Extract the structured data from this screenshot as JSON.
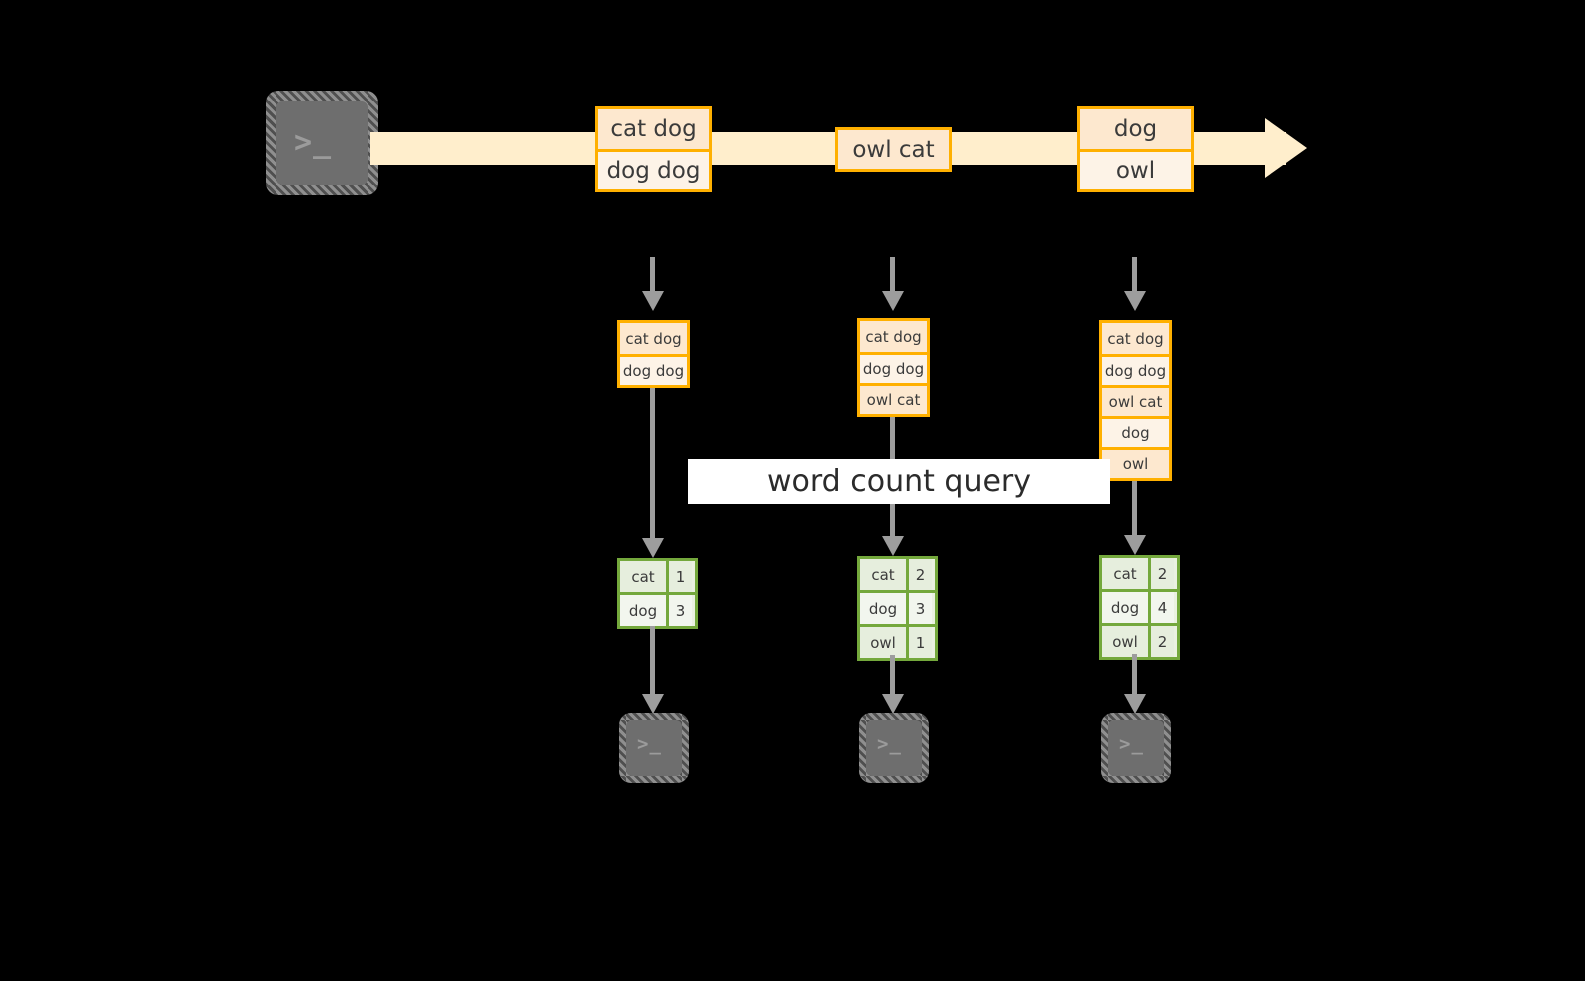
{
  "diagram": {
    "title_label": "word count query",
    "colors": {
      "stream_band": "#ffeecc",
      "record_border": "#ffb000",
      "record_fill_a": "#fde8cf",
      "record_fill_b": "#fdf3e7",
      "table_border": "#74a83c",
      "table_fill_a": "#e6eedd",
      "table_fill_b": "#f2f6ee",
      "arrow_gray": "#9d9d9d",
      "terminal_gray": "#6e6e6e",
      "background": "#000000",
      "label_background": "#ffffff"
    },
    "source": {
      "icon": "terminal-icon",
      "glyph": ">_"
    },
    "stream": {
      "records": [
        {
          "lines": [
            "cat dog",
            "dog dog"
          ]
        },
        {
          "lines": [
            "owl cat"
          ]
        },
        {
          "lines": [
            "dog",
            "owl"
          ]
        }
      ]
    },
    "snapshots": [
      {
        "name": "snapshot-1",
        "lines": [
          "cat dog",
          "dog dog"
        ],
        "result": {
          "rows": [
            {
              "word": "cat",
              "count": "1"
            },
            {
              "word": "dog",
              "count": "3"
            }
          ]
        },
        "sink": {
          "icon": "terminal-icon",
          "glyph": ">_"
        }
      },
      {
        "name": "snapshot-2",
        "lines": [
          "cat dog",
          "dog dog",
          "owl cat"
        ],
        "result": {
          "rows": [
            {
              "word": "cat",
              "count": "2"
            },
            {
              "word": "dog",
              "count": "3"
            },
            {
              "word": "owl",
              "count": "1"
            }
          ]
        },
        "sink": {
          "icon": "terminal-icon",
          "glyph": ">_"
        }
      },
      {
        "name": "snapshot-3",
        "lines": [
          "cat dog",
          "dog dog",
          "owl cat",
          "dog",
          "owl"
        ],
        "result": {
          "rows": [
            {
              "word": "cat",
              "count": "2"
            },
            {
              "word": "dog",
              "count": "4"
            },
            {
              "word": "owl",
              "count": "2"
            }
          ]
        },
        "sink": {
          "icon": "terminal-icon",
          "glyph": ">_"
        }
      }
    ]
  }
}
